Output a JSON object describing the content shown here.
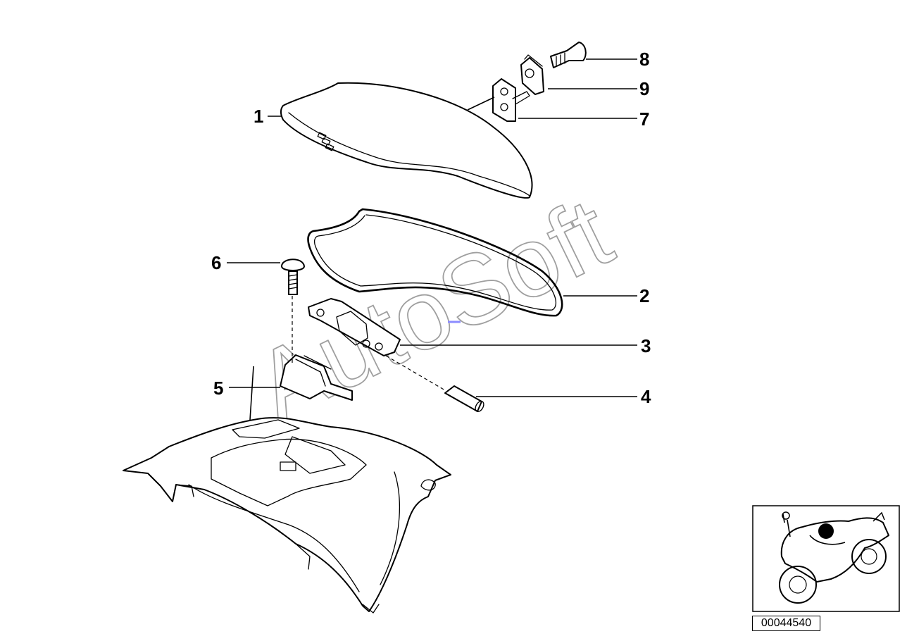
{
  "diagram": {
    "callouts": [
      {
        "id": "1",
        "label": "1"
      },
      {
        "id": "2",
        "label": "2"
      },
      {
        "id": "3",
        "label": "3"
      },
      {
        "id": "4",
        "label": "4"
      },
      {
        "id": "5",
        "label": "5"
      },
      {
        "id": "6",
        "label": "6"
      },
      {
        "id": "7",
        "label": "7"
      },
      {
        "id": "8",
        "label": "8"
      },
      {
        "id": "9",
        "label": "9"
      }
    ],
    "watermark": "AutoSoft",
    "diagram_number": "00044540"
  },
  "icons": {
    "motorcycle_thumbnail": "motorcycle-locator-icon"
  },
  "colors": {
    "line": "#000000",
    "watermark": "#7f7f7f",
    "background": "#ffffff"
  }
}
